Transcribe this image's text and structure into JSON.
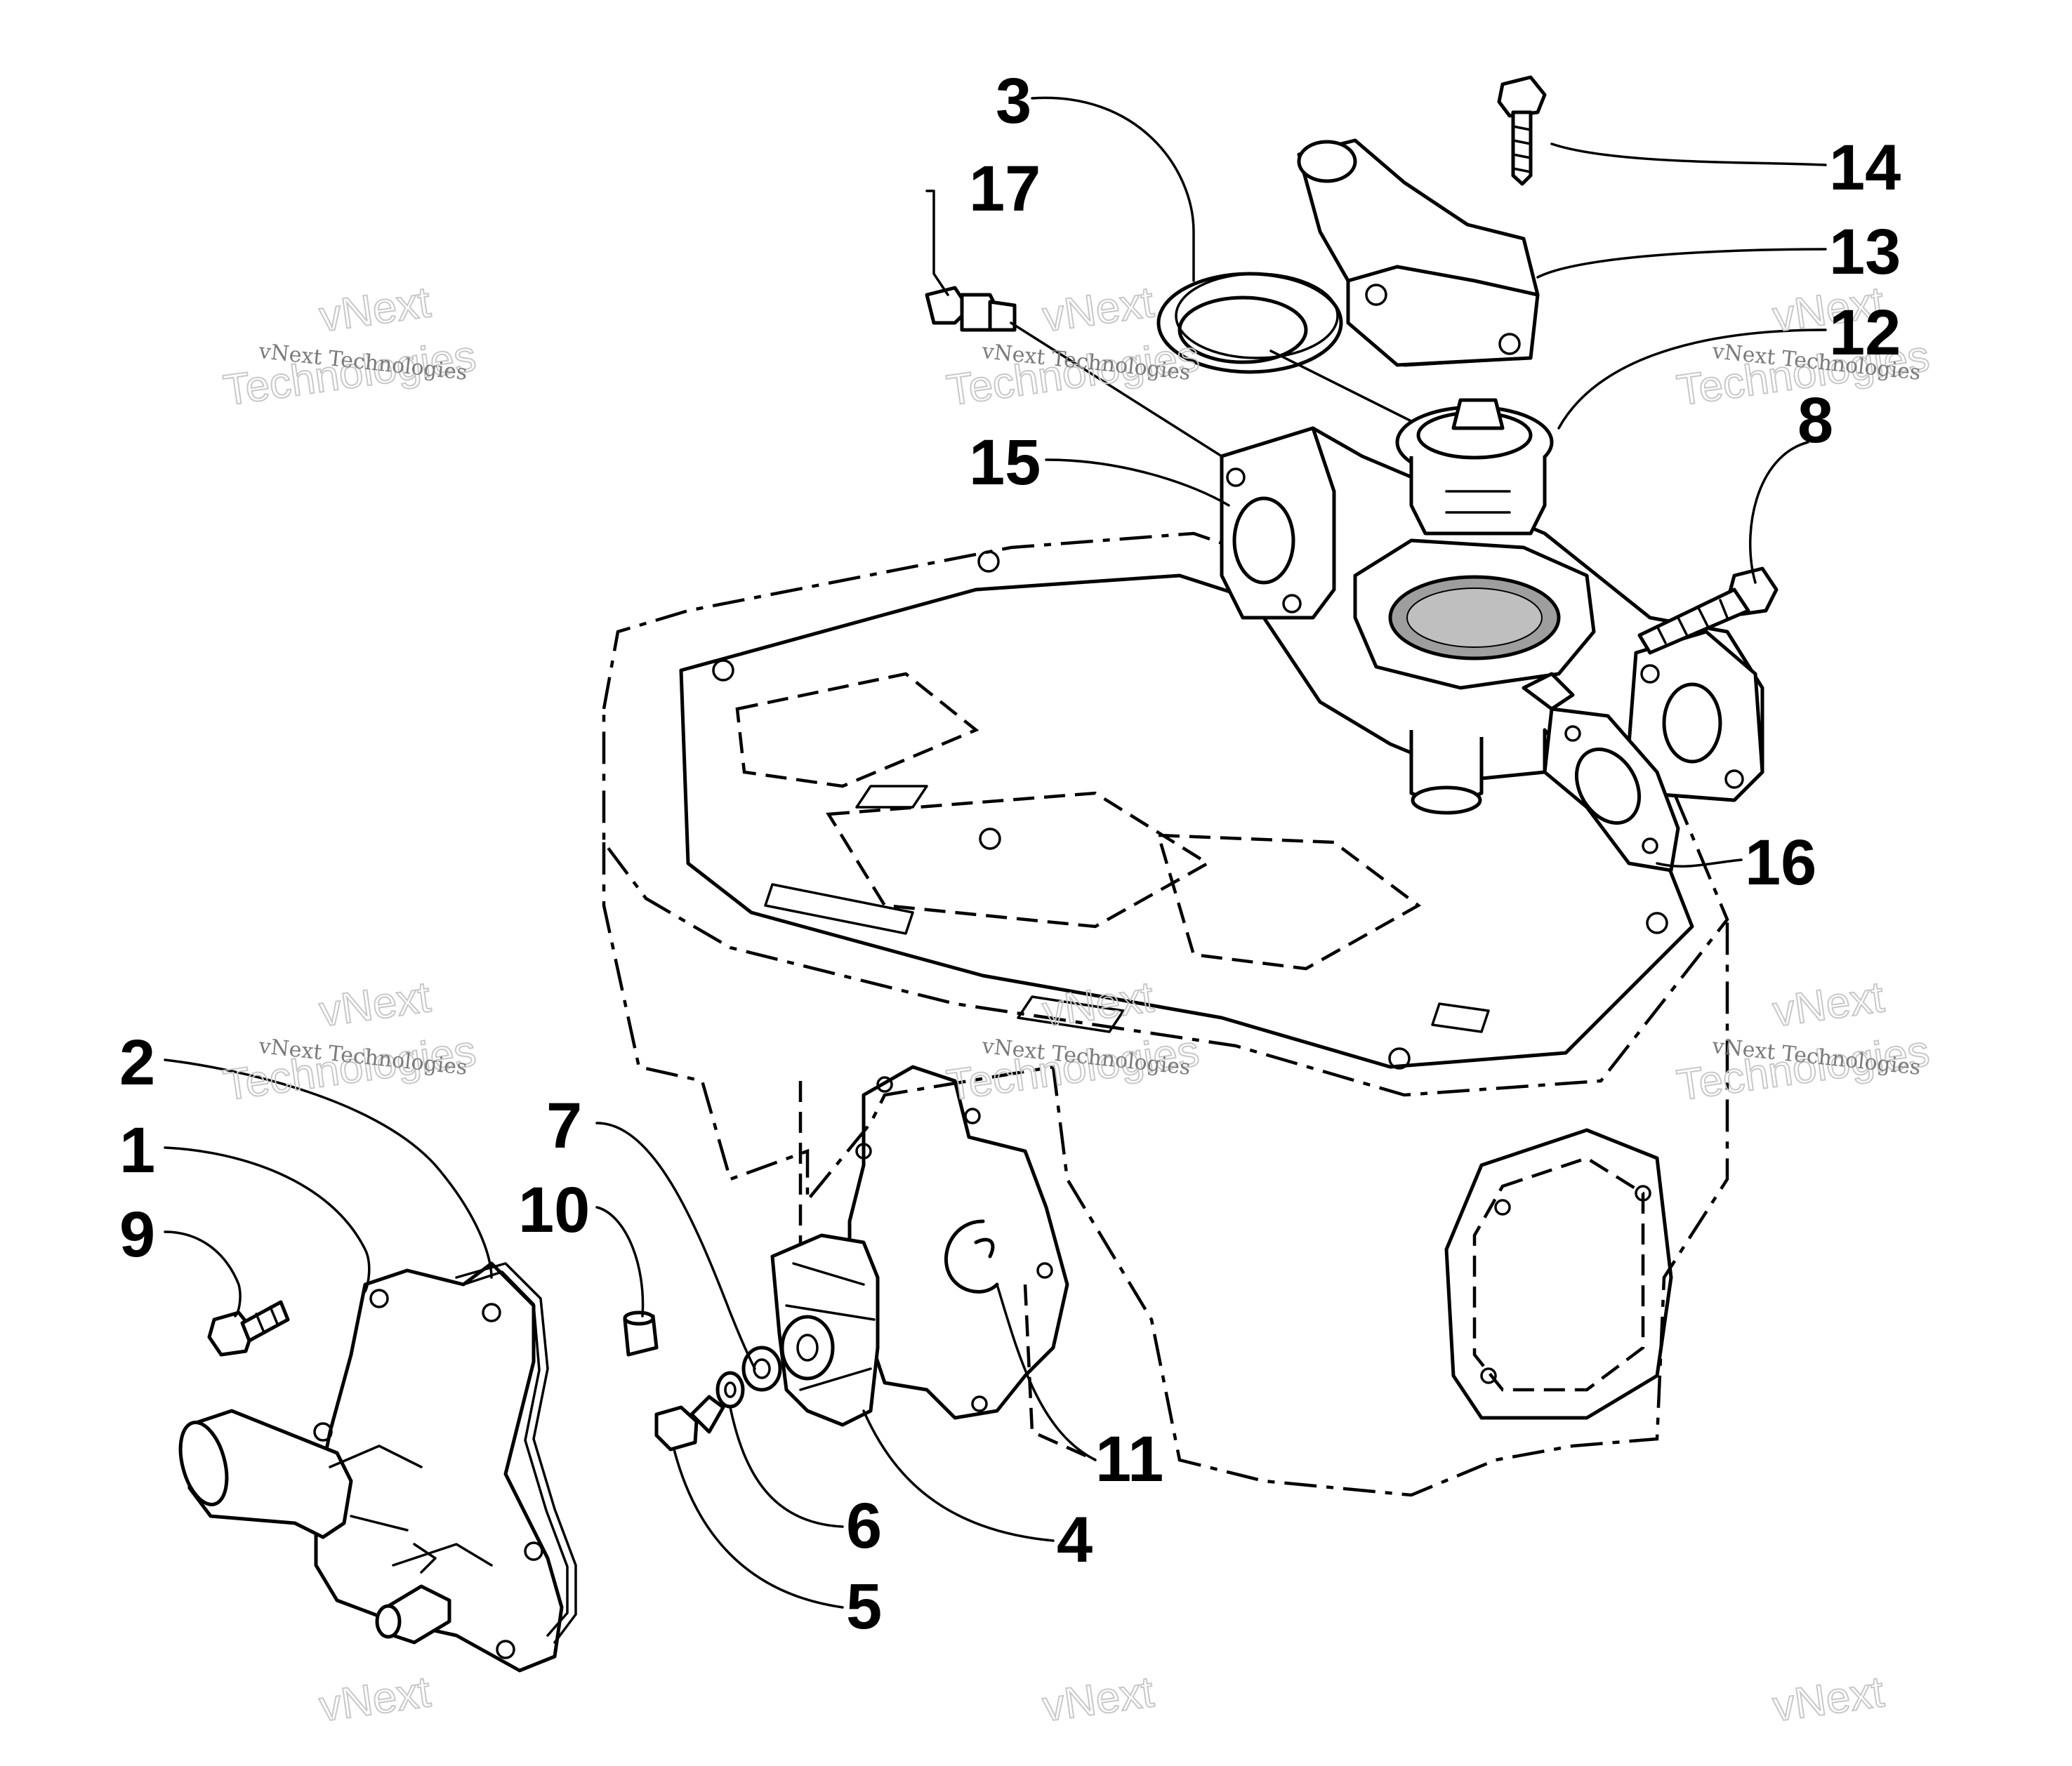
{
  "diagram": {
    "callouts": [
      {
        "id": "c3",
        "label": "3"
      },
      {
        "id": "c17",
        "label": "17"
      },
      {
        "id": "c14",
        "label": "14"
      },
      {
        "id": "c13",
        "label": "13"
      },
      {
        "id": "c12",
        "label": "12"
      },
      {
        "id": "c15",
        "label": "15"
      },
      {
        "id": "c8",
        "label": "8"
      },
      {
        "id": "c16",
        "label": "16"
      },
      {
        "id": "c2",
        "label": "2"
      },
      {
        "id": "c1",
        "label": "1"
      },
      {
        "id": "c9",
        "label": "9"
      },
      {
        "id": "c7",
        "label": "7"
      },
      {
        "id": "c10",
        "label": "10"
      },
      {
        "id": "c11",
        "label": "11"
      },
      {
        "id": "c6",
        "label": "6"
      },
      {
        "id": "c4",
        "label": "4"
      },
      {
        "id": "c5",
        "label": "5"
      }
    ],
    "watermark": {
      "small_text": "vNext Technologies",
      "big_line1": "vNext",
      "big_line2": "Technologies"
    }
  }
}
